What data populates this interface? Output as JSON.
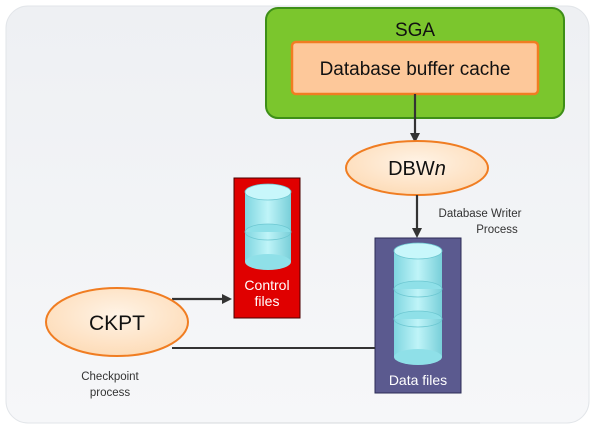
{
  "sga": {
    "label": "SGA"
  },
  "buffer_cache": {
    "label": "Database buffer cache"
  },
  "dbwn": {
    "label_main": "DBW",
    "label_italic": "n"
  },
  "dbwn_caption": {
    "line1": "Database Writer",
    "line2": "Process"
  },
  "control_files": {
    "line1": "Control",
    "line2": "files"
  },
  "data_files": {
    "label": "Data files"
  },
  "ckpt": {
    "label": "CKPT"
  },
  "ckpt_caption": {
    "line1": "Checkpoint",
    "line2": "process"
  },
  "colors": {
    "sga_fill": "#7bc62d",
    "sga_border": "#3e8f17",
    "cache_fill": "#fdc89a",
    "cache_border": "#f07d22",
    "process_fill": "#fde3c8",
    "process_border": "#f07d22",
    "control_fill": "#e00000",
    "data_fill": "#5b5a8f",
    "cylinder": "#a8ecf2"
  }
}
